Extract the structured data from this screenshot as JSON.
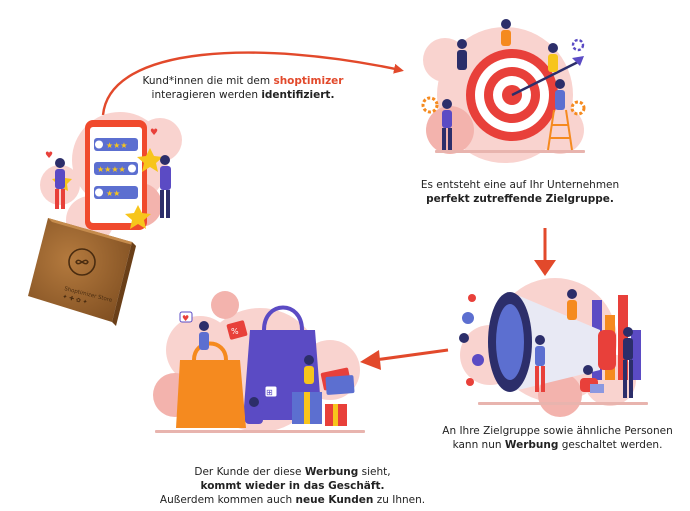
{
  "colors": {
    "accent": "#e2492b",
    "blob": "#f9d3cf",
    "blob_dark": "#f3b3ad",
    "target_red": "#e8403a",
    "navy": "#2c2e6a",
    "purple": "#5b4bc4",
    "orange": "#f58a1f",
    "yellow": "#f7c51c"
  },
  "steps": [
    {
      "id": "identify",
      "icon": "phone-rating-icon",
      "caption": {
        "prefix": "Kund*innen die mit dem ",
        "brand": "shoptimizer",
        "line2_prefix": "interagieren werden ",
        "line2_bold": "identifiziert."
      },
      "device_label": "Shoptimizer Store"
    },
    {
      "id": "target-group",
      "icon": "target-icon",
      "caption": {
        "line1": "Es entsteht eine auf Ihr Unternehmen",
        "line2_bold": "perfekt zutreffende Zielgruppe."
      }
    },
    {
      "id": "advertise",
      "icon": "megaphone-icon",
      "caption": {
        "line1": "An Ihre Zielgruppe sowie ähnliche Personen",
        "line2_prefix": "kann nun ",
        "line2_bold": "Werbung",
        "line2_suffix": " geschaltet werden."
      }
    },
    {
      "id": "return",
      "icon": "shopping-bags-icon",
      "caption": {
        "line1_prefix": "Der Kunde der diese ",
        "line1_bold": "Werbung",
        "line1_suffix": " sieht,",
        "line2_bold": "kommt wieder in das Geschäft.",
        "line3_prefix": "Außerdem kommen auch ",
        "line3_bold": "neue Kunden",
        "line3_suffix": " zu Ihnen."
      }
    }
  ]
}
